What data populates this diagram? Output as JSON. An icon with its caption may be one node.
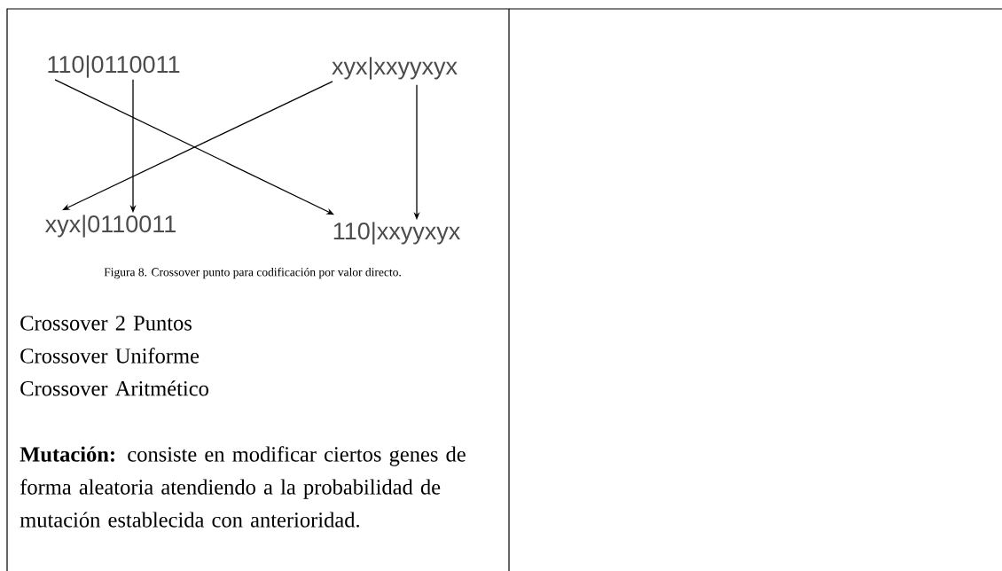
{
  "diagram": {
    "caption": "Figura 8. Crossover punto para codificación por valor directo.",
    "nodes": [
      {
        "text": [
          "110|0110011"
        ]
      },
      {
        "text": [
          "xyx|xxyyxyx"
        ]
      },
      {
        "text": [
          "xyx|0110011"
        ]
      },
      {
        "text": [
          "110|xxyyxyx"
        ]
      }
    ],
    "edges": [
      {
        "from": 0,
        "to": 3,
        "arrow": "to"
      },
      {
        "from": 0,
        "to": 2,
        "arrow": "to"
      },
      {
        "from": 1,
        "to": 2,
        "arrow": "to"
      },
      {
        "from": 1,
        "to": 3,
        "arrow": "to"
      }
    ],
    "labels": [
      "Crossover 2 Puntos",
      "Crossover Uniforme",
      "Crossover Aritmético",
      "**Mutación:** consiste en modificar ciertos genes de forma aleatoria atendiendo a la probabilidad de mutación establecida con anterioridad."
    ]
  }
}
